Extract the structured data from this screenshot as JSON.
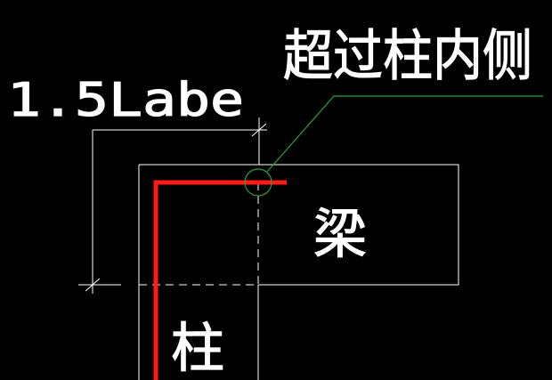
{
  "labels": {
    "dimension": "1.5Labe",
    "annotation": "超过柱内侧",
    "beam": "梁",
    "column": "柱"
  },
  "colors": {
    "background": "#000000",
    "outline": "#ffffff",
    "rebar": "#ff1a1a",
    "leader": "#2e9e3e"
  }
}
